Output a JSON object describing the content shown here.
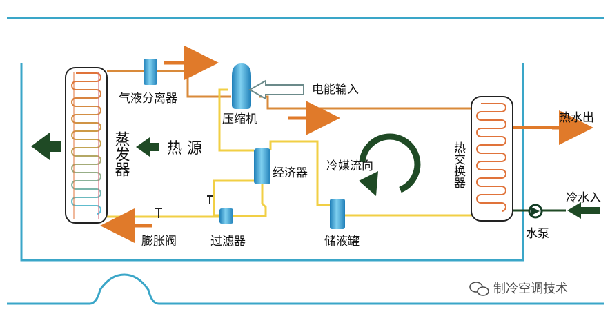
{
  "colors": {
    "border": "#3aa6c8",
    "hot_pipe": "#d98a3a",
    "liquid_pipe": "#f1cf45",
    "cold_pipe": "#6bc9df",
    "flow_arrow": "#e07a2a",
    "component": "#2f9fd0",
    "dark_arrow": "#1f4a25",
    "pump": "#143d25"
  },
  "labels": {
    "separator": "气液分离器",
    "electric_input": "电能输入",
    "compressor": "压缩机",
    "evaporator": "蒸发器",
    "heat_source": "热  源",
    "economizer": "经济器",
    "refrigerant_flow": "冷媒流向",
    "heat_exchanger": "热交换器",
    "hot_water_out": "热水出",
    "cold_water_in": "冷水入",
    "water_pump": "水泵",
    "expansion_valve": "膨胀阀",
    "filter": "过滤器",
    "receiver": "储液罐",
    "watermark": "制冷空调技术"
  },
  "icons": {
    "evaporator": "coil-heat-exchanger-icon",
    "separator": "cylinder-tank-icon",
    "compressor": "compressor-icon",
    "economizer": "cylinder-tank-icon",
    "receiver": "cylinder-tank-icon",
    "filter": "filter-icon",
    "expansion_valve": "valve-icon",
    "water_pump": "pump-icon",
    "rotation": "circular-arrow-icon",
    "watermark": "wechat-icon"
  }
}
